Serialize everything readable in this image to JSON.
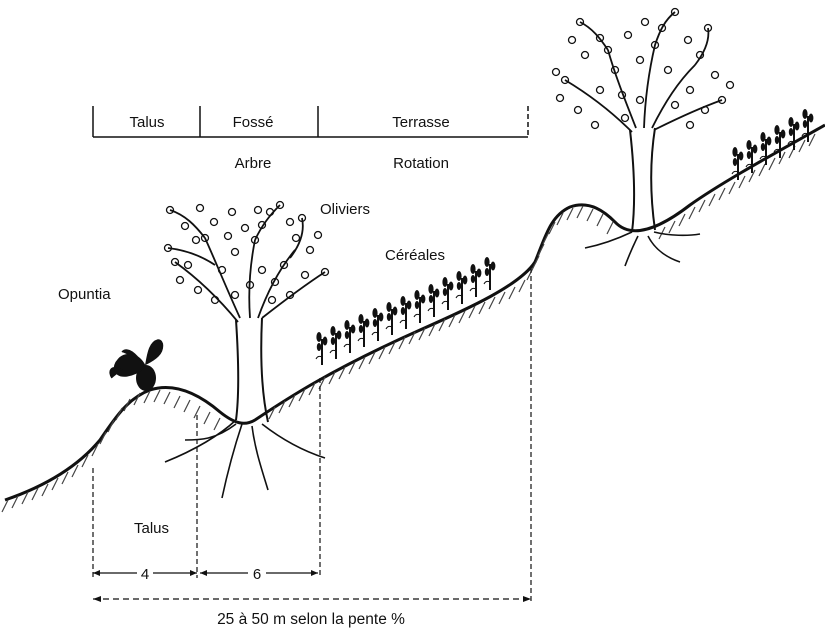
{
  "header": {
    "segments": [
      "Talus",
      "Fossé",
      "Terrasse"
    ],
    "sub_labels": [
      "Arbre",
      "Rotation"
    ]
  },
  "labels": {
    "oliviers": "Oliviers",
    "cereales": "Céréales",
    "opuntia": "Opuntia",
    "talus_bottom": "Talus"
  },
  "dimensions": {
    "d1": "4",
    "d2": "6",
    "total": "25 à 50 m selon la pente %"
  },
  "colors": {
    "ink": "#111111",
    "hatch": "#444444"
  }
}
